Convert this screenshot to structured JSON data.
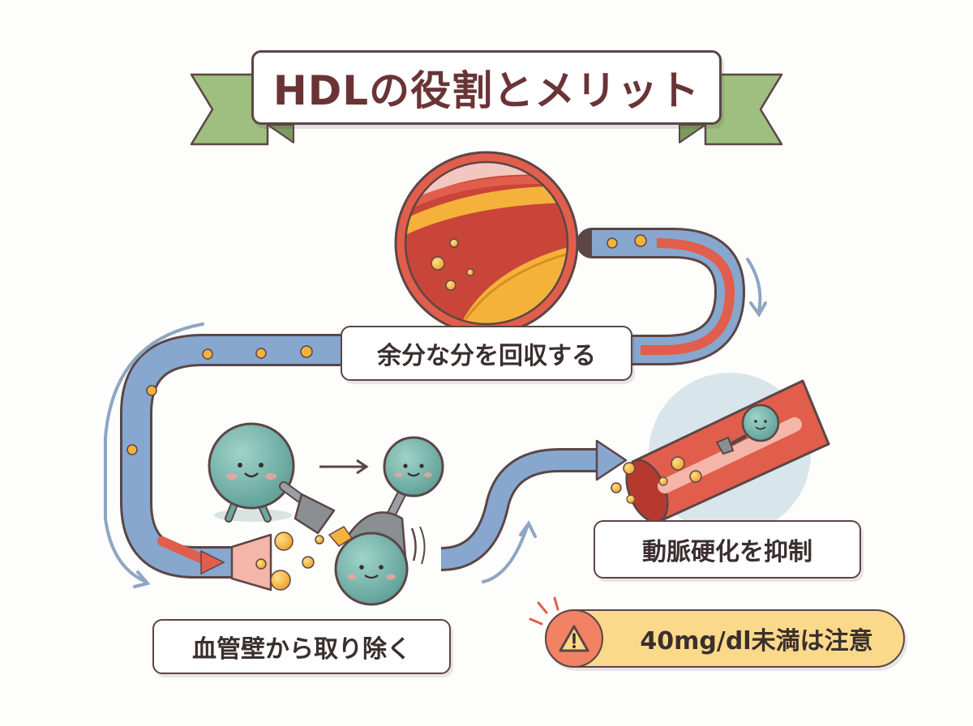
{
  "title": "HDLの役割とメリット",
  "steps": {
    "collect": "余分な分を回収する",
    "remove": "血管壁から取り除く",
    "suppress": "動脈硬化を抑制"
  },
  "warning": {
    "text": "40mg/dl未満は注意",
    "icon": "warning-icon"
  },
  "colors": {
    "ribbon": "#9fbf80",
    "vessel_blue": "#7f9fc8",
    "vessel_red": "#e15e4c",
    "plaque": "#f5b23a",
    "hdl_particle": "#6aa9a0",
    "warning_bg": "#fbd98b",
    "warning_icon_bg": "#f18263"
  }
}
